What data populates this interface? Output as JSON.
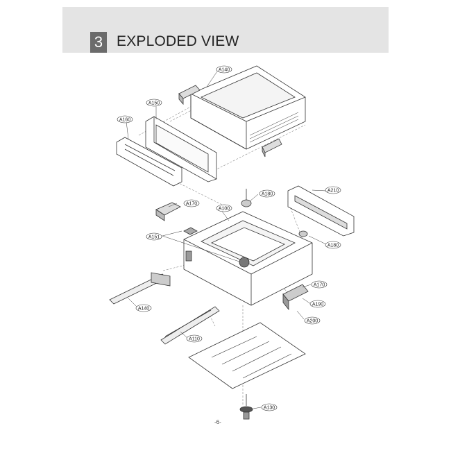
{
  "header": {
    "section_number": "3",
    "title": "EXPLODED VIEW"
  },
  "parts": {
    "a140_top": "A140",
    "a150": "A150",
    "a160": "A160",
    "a170_left": "A170",
    "a180_top": "A180",
    "a210": "A210",
    "a100": "A100",
    "a151": "A151",
    "a180_right": "A180",
    "a140_left": "A140",
    "a170_right": "A170",
    "a190": "A190",
    "a200": "A200",
    "a110": "A110",
    "a130": "A130"
  },
  "footer": {
    "page_number": "-6-"
  },
  "colors": {
    "header_band": "#e4e4e4",
    "number_box": "#6b6b6b"
  }
}
